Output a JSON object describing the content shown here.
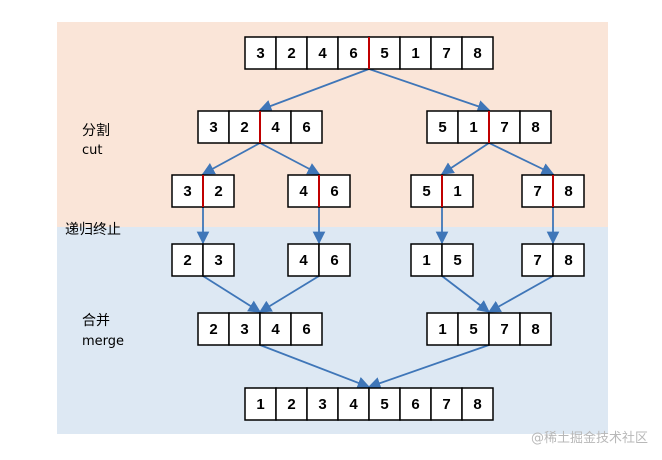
{
  "colors": {
    "cut_bg": "#fae5d8",
    "merge_bg": "#dde8f3",
    "arrow": "#3f76b8",
    "split_line": "#c00000",
    "cell_border": "#000000"
  },
  "labels": {
    "cut_cn": "分割",
    "cut_en": "cut",
    "stop": "递归终止",
    "merge_cn": "合并",
    "merge_en": "merge"
  },
  "watermark": "@稀土掘金技术社区",
  "rows": [
    {
      "id": "row-input",
      "arrays": [
        {
          "values": [
            "3",
            "2",
            "4",
            "6",
            "5",
            "1",
            "7",
            "8"
          ],
          "split": 4
        }
      ]
    },
    {
      "id": "row-cut-1",
      "arrays": [
        {
          "values": [
            "3",
            "2",
            "4",
            "6"
          ],
          "split": 2
        },
        {
          "values": [
            "5",
            "1",
            "7",
            "8"
          ],
          "split": 2
        }
      ]
    },
    {
      "id": "row-cut-2",
      "arrays": [
        {
          "values": [
            "3",
            "2"
          ],
          "split": 1
        },
        {
          "values": [
            "4",
            "6"
          ],
          "split": 1
        },
        {
          "values": [
            "5",
            "1"
          ],
          "split": 1
        },
        {
          "values": [
            "7",
            "8"
          ],
          "split": 1
        }
      ]
    },
    {
      "id": "row-sorted-pairs",
      "arrays": [
        {
          "values": [
            "2",
            "3"
          ]
        },
        {
          "values": [
            "4",
            "6"
          ]
        },
        {
          "values": [
            "1",
            "5"
          ]
        },
        {
          "values": [
            "7",
            "8"
          ]
        }
      ]
    },
    {
      "id": "row-merge-1",
      "arrays": [
        {
          "values": [
            "2",
            "3",
            "4",
            "6"
          ]
        },
        {
          "values": [
            "1",
            "5",
            "7",
            "8"
          ]
        }
      ]
    },
    {
      "id": "row-output",
      "arrays": [
        {
          "values": [
            "1",
            "2",
            "3",
            "4",
            "5",
            "6",
            "7",
            "8"
          ]
        }
      ]
    }
  ]
}
